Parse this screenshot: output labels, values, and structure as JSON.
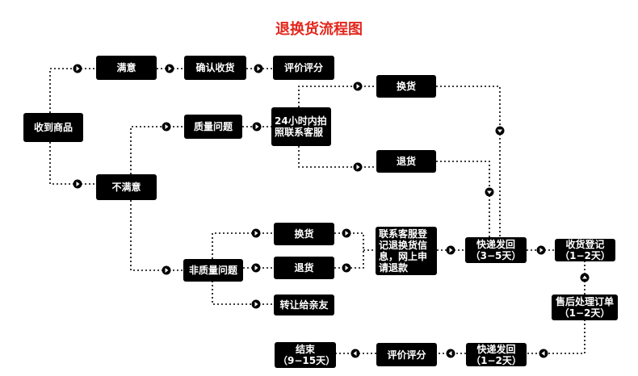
{
  "title": "退换货流程图",
  "colors": {
    "title": "#e3261c",
    "node_bg": "#000000",
    "node_text": "#ffffff",
    "line": "#000000"
  },
  "nodes": {
    "receive": "收到商品",
    "satisfied": "满意",
    "confirm_receipt": "确认收货",
    "rate_top": "评价评分",
    "exchange_top": "换货",
    "quality_issue": "质量问题",
    "contact_24h": "24小时内拍\n照联系客服",
    "return_top": "退货",
    "unsatisfied": "不满意",
    "exchange_bottom": "换货",
    "non_quality_issue": "非质量问题",
    "return_bottom": "退货",
    "transfer": "转让给亲友",
    "register_online": "联系客服登\n记退换货信\n息，网上申\n请退款",
    "express_return": "快递发回\n（3−5天）",
    "receipt_register": "收货登记\n（1−2天）",
    "after_sales": "售后处理订单\n（1−2天）",
    "express_back": "快递发回\n（1−2天）",
    "rate_bottom": "评价评分",
    "end": "结束\n（9−15天）"
  }
}
